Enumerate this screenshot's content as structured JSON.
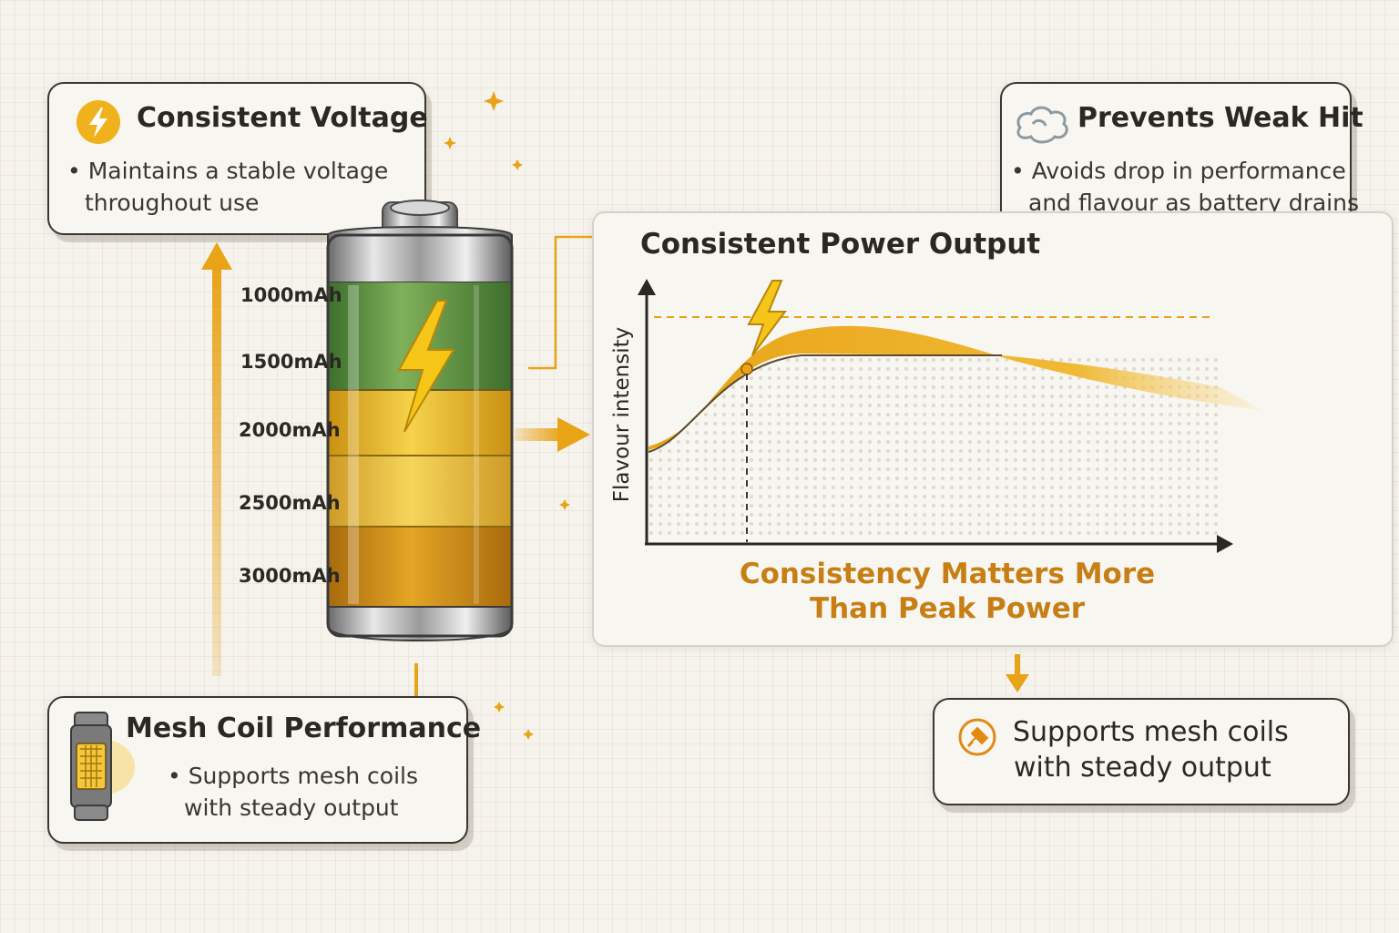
{
  "consistent_voltage": {
    "title": "Consistent Voltage",
    "line1": "• Maintains a stable voltage",
    "line2": "throughout use",
    "icon": "lightning-bolt-icon"
  },
  "prevents_weak_hit": {
    "title": "Prevents Weak Hit",
    "line1": "• Avoids drop in performance",
    "line2": "and flavour as battery drains",
    "icon": "smoke-cloud-icon"
  },
  "mesh_coil": {
    "title": "Mesh Coil Performance",
    "line1": "• Supports mesh coils",
    "line2": "with steady output",
    "icon": "mesh-coil-icon"
  },
  "supports_mesh": {
    "line1": "Supports mesh coils",
    "line2": "with steady output",
    "icon": "power-plug-icon"
  },
  "battery": {
    "labels": [
      "1000mAh",
      "1500mAh",
      "2000mAh",
      "2500mAh",
      "3000mAh"
    ],
    "colors": {
      "green": "#4f8a3b",
      "yellow": "#e8b21c",
      "amber": "#d58a12"
    }
  },
  "chart": {
    "title": "Consistent Power Output",
    "ylabel": "Flavour intensity",
    "caption_line1": "Consistency Matters More",
    "caption_line2": "Than Peak Power"
  },
  "colors": {
    "accent": "#e8a317",
    "accent_text": "#c77f15",
    "border": "#3b3631"
  }
}
